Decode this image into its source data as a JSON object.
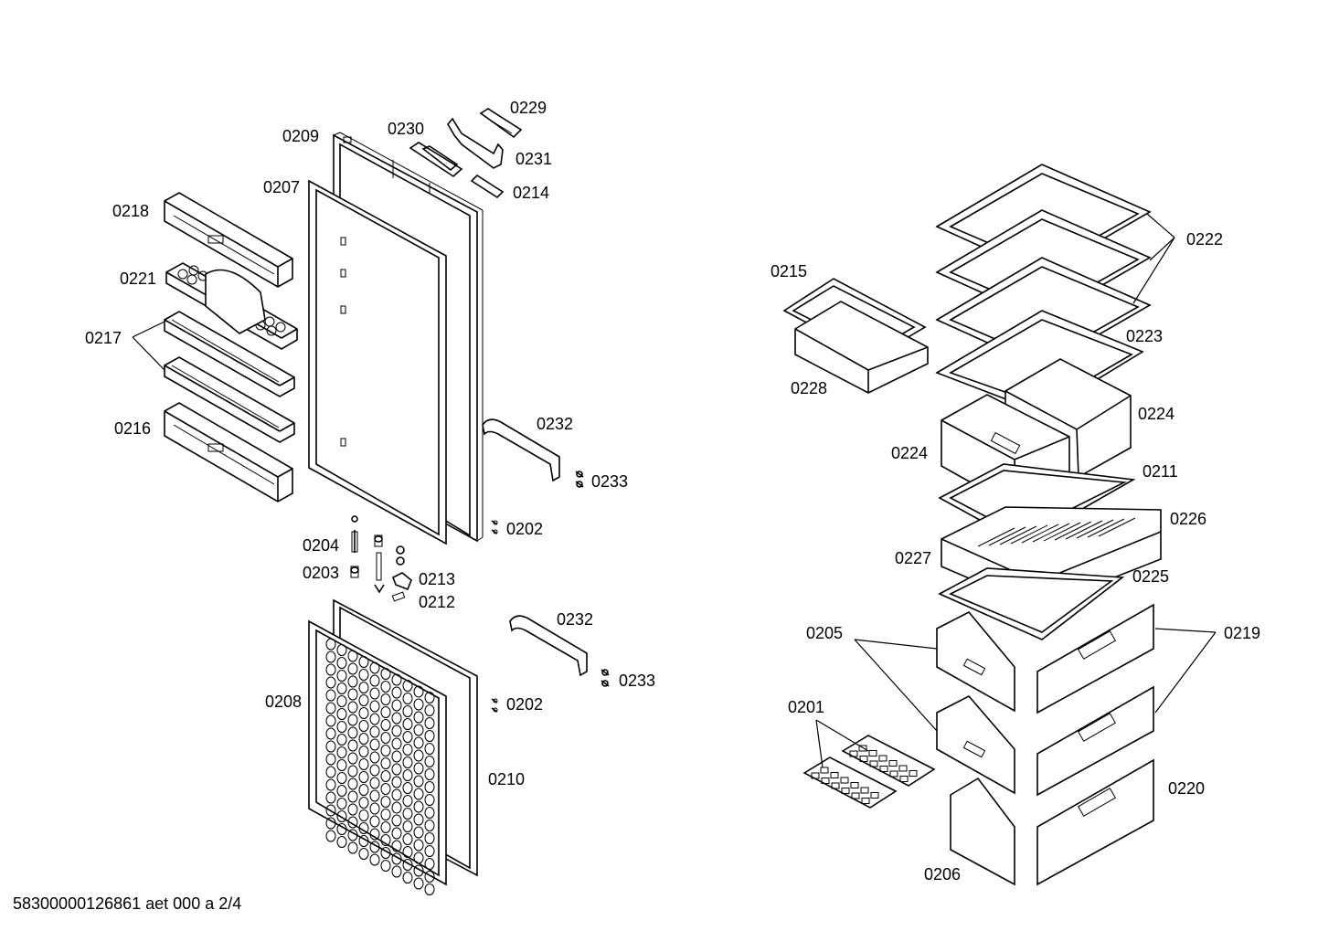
{
  "labels": {
    "p0229": "0229",
    "p0230": "0230",
    "p0209": "0209",
    "p0231": "0231",
    "p0207": "0207",
    "p0214": "0214",
    "p0218": "0218",
    "p0221": "0221",
    "p0217": "0217",
    "p0216": "0216",
    "p0232a": "0232",
    "p0233a": "0233",
    "p0202a": "0202",
    "p0204": "0204",
    "p0203": "0203",
    "p0213": "0213",
    "p0212": "0212",
    "p0232b": "0232",
    "p0233b": "0233",
    "p0208": "0208",
    "p0202b": "0202",
    "p0210": "0210",
    "p0222": "0222",
    "p0215": "0215",
    "p0223": "0223",
    "p0228": "0228",
    "p0224a": "0224",
    "p0224b": "0224",
    "p0211": "0211",
    "p0226": "0226",
    "p0227": "0227",
    "p0225": "0225",
    "p0205": "0205",
    "p0219": "0219",
    "p0201": "0201",
    "p0220": "0220",
    "p0206": "0206"
  },
  "document_reference": "58300000126861 aet 000 a 2/4"
}
